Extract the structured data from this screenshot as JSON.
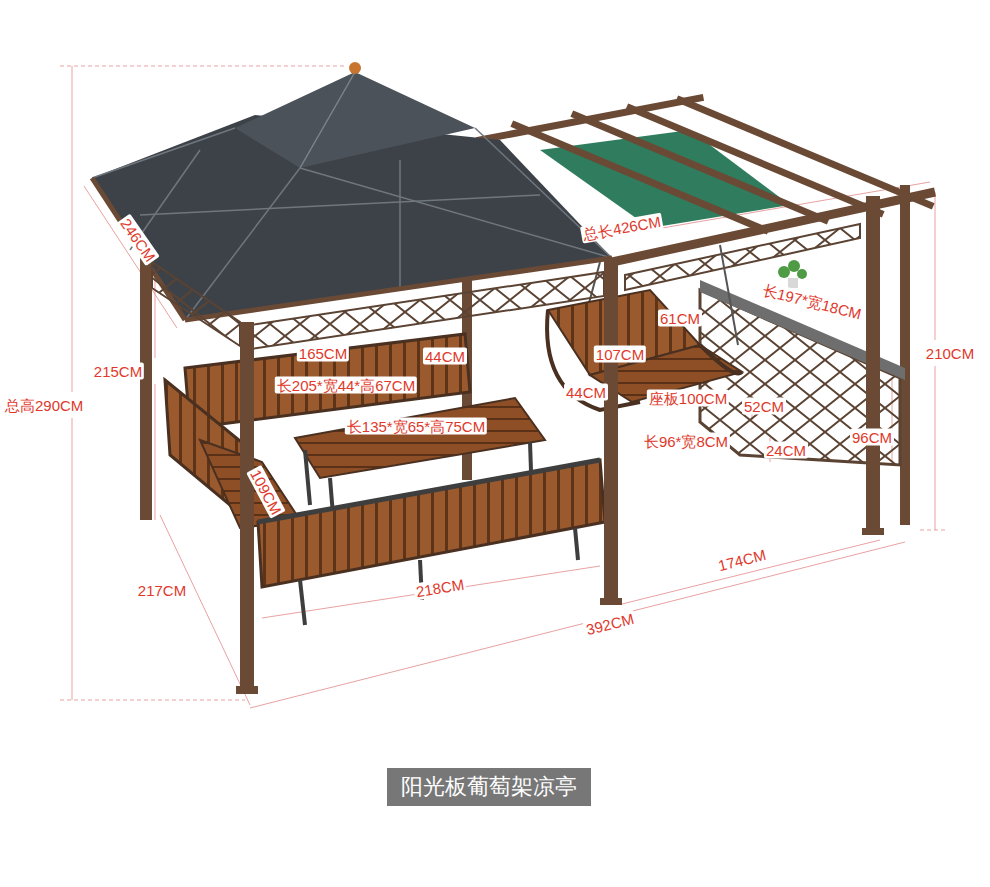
{
  "diagram": {
    "caption": "阳光板葡萄架凉亭",
    "labels": [
      "246CM",
      "总长426CM",
      "长197*宽18CM",
      "215CM",
      "165CM",
      "44CM",
      "61CM",
      "107CM",
      "210CM",
      "总高290CM",
      "长205*宽44*高67CM",
      "44CM",
      "座板100CM",
      "52CM",
      "长135*宽65*高75CM",
      "长96*宽8CM",
      "24CM",
      "96CM",
      "109CM",
      "174CM",
      "217CM",
      "218CM",
      "392CM"
    ]
  }
}
